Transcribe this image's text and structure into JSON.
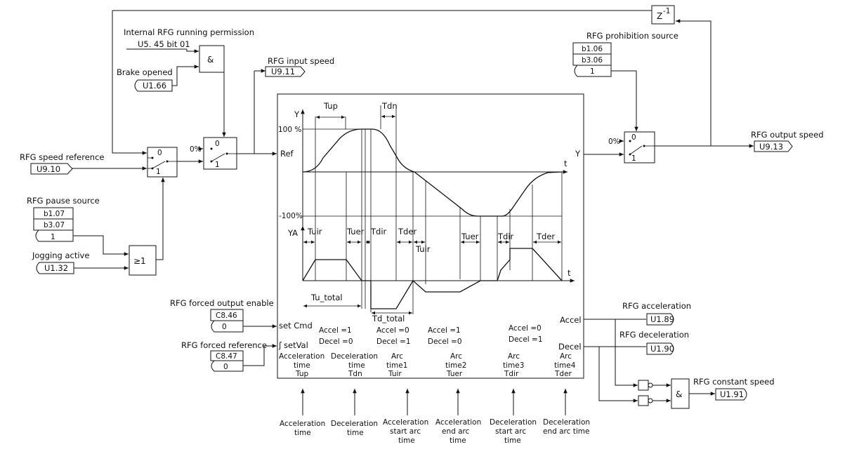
{
  "inputs": {
    "internal_permission": {
      "label": "Internal RFG running permission",
      "param": "U5. 45  bit 01"
    },
    "brake_opened": {
      "label": "Brake opened",
      "param": "U1.66"
    },
    "speed_reference": {
      "label": "RFG speed reference",
      "param": "U9.10"
    },
    "pause_source": {
      "label": "RFG pause source",
      "params": [
        "b1.07",
        "b3.07",
        "1"
      ]
    },
    "jogging_active": {
      "label": "Jogging active",
      "param": "U1.32"
    },
    "forced_output_enable": {
      "label": "RFG forced output enable",
      "params": [
        "C8.46",
        "0"
      ]
    },
    "forced_reference": {
      "label": "RFG forced reference",
      "params": [
        "C8.47",
        "0"
      ]
    },
    "prohibition_source": {
      "label": "RFG prohibition source",
      "params": [
        "b1.06",
        "b3.06",
        "1"
      ]
    }
  },
  "outputs": {
    "input_speed": {
      "label": "RFG input speed",
      "param": "U9.11"
    },
    "output_speed": {
      "label": "RFG output speed",
      "param": "U9.13"
    },
    "acceleration": {
      "label": "RFG acceleration",
      "param": "U1.89"
    },
    "deceleration": {
      "label": "RFG deceleration",
      "param": "U1.90"
    },
    "constant_speed": {
      "label": "RFG constant speed",
      "param": "U1.91"
    }
  },
  "gates": {
    "and": "&",
    "or": "≥1",
    "delay": "Z",
    "delay_exp": "-1"
  },
  "switches": {
    "pos0": "0",
    "pos1": "1",
    "zero": "0%"
  },
  "main_block": {
    "ref": "Ref",
    "y_out": "Y",
    "accel": "Accel",
    "decel": "Decel",
    "set_cmd": "set Cmd",
    "set_val": "setVal",
    "set_val_mark": "ʃ"
  },
  "graph": {
    "y_axis": "Y",
    "ya_axis": "YA",
    "t_axis": "t",
    "t_axis2": "t",
    "pos_100": "100 %",
    "neg_100": "-100%",
    "tup": "Tup",
    "tdn": "Tdn",
    "tuir": "Tuir",
    "tuer": "Tuer",
    "tdir": "Tdir",
    "tder": "Tder",
    "tuir2": "Tuir",
    "tuer2": "Tuer",
    "tdir2": "Tdir",
    "tder2": "Tder",
    "tu_total": "Tu_total",
    "td_total": "Td_total"
  },
  "states": [
    {
      "accel": "Accel =1",
      "decel": "Decel =0"
    },
    {
      "accel": "Accel =0",
      "decel": "Decel =1"
    },
    {
      "accel": "Accel =1",
      "decel": "Decel =0"
    },
    {
      "accel": "Accel =0",
      "decel": "Decel =1"
    }
  ],
  "params": [
    {
      "inner": [
        "Acceleration",
        "time",
        "Tup"
      ],
      "outer": [
        "Acceleration",
        "time"
      ]
    },
    {
      "inner": [
        "Deceleration",
        "time",
        "Tdn"
      ],
      "outer": [
        "Deceleration",
        "time"
      ]
    },
    {
      "inner": [
        "Arc",
        "time1",
        "Tuir"
      ],
      "outer": [
        "Acceleration",
        "start arc",
        "time"
      ]
    },
    {
      "inner": [
        "Arc",
        "time2",
        "Tuer"
      ],
      "outer": [
        "Acceleration",
        "end arc",
        "time"
      ]
    },
    {
      "inner": [
        "Arc",
        "time3",
        "Tdir"
      ],
      "outer": [
        "Deceleration",
        "start arc",
        "time"
      ]
    },
    {
      "inner": [
        "Arc",
        "time4",
        "Tder"
      ],
      "outer": [
        "Deceleration",
        "end arc time"
      ]
    }
  ]
}
